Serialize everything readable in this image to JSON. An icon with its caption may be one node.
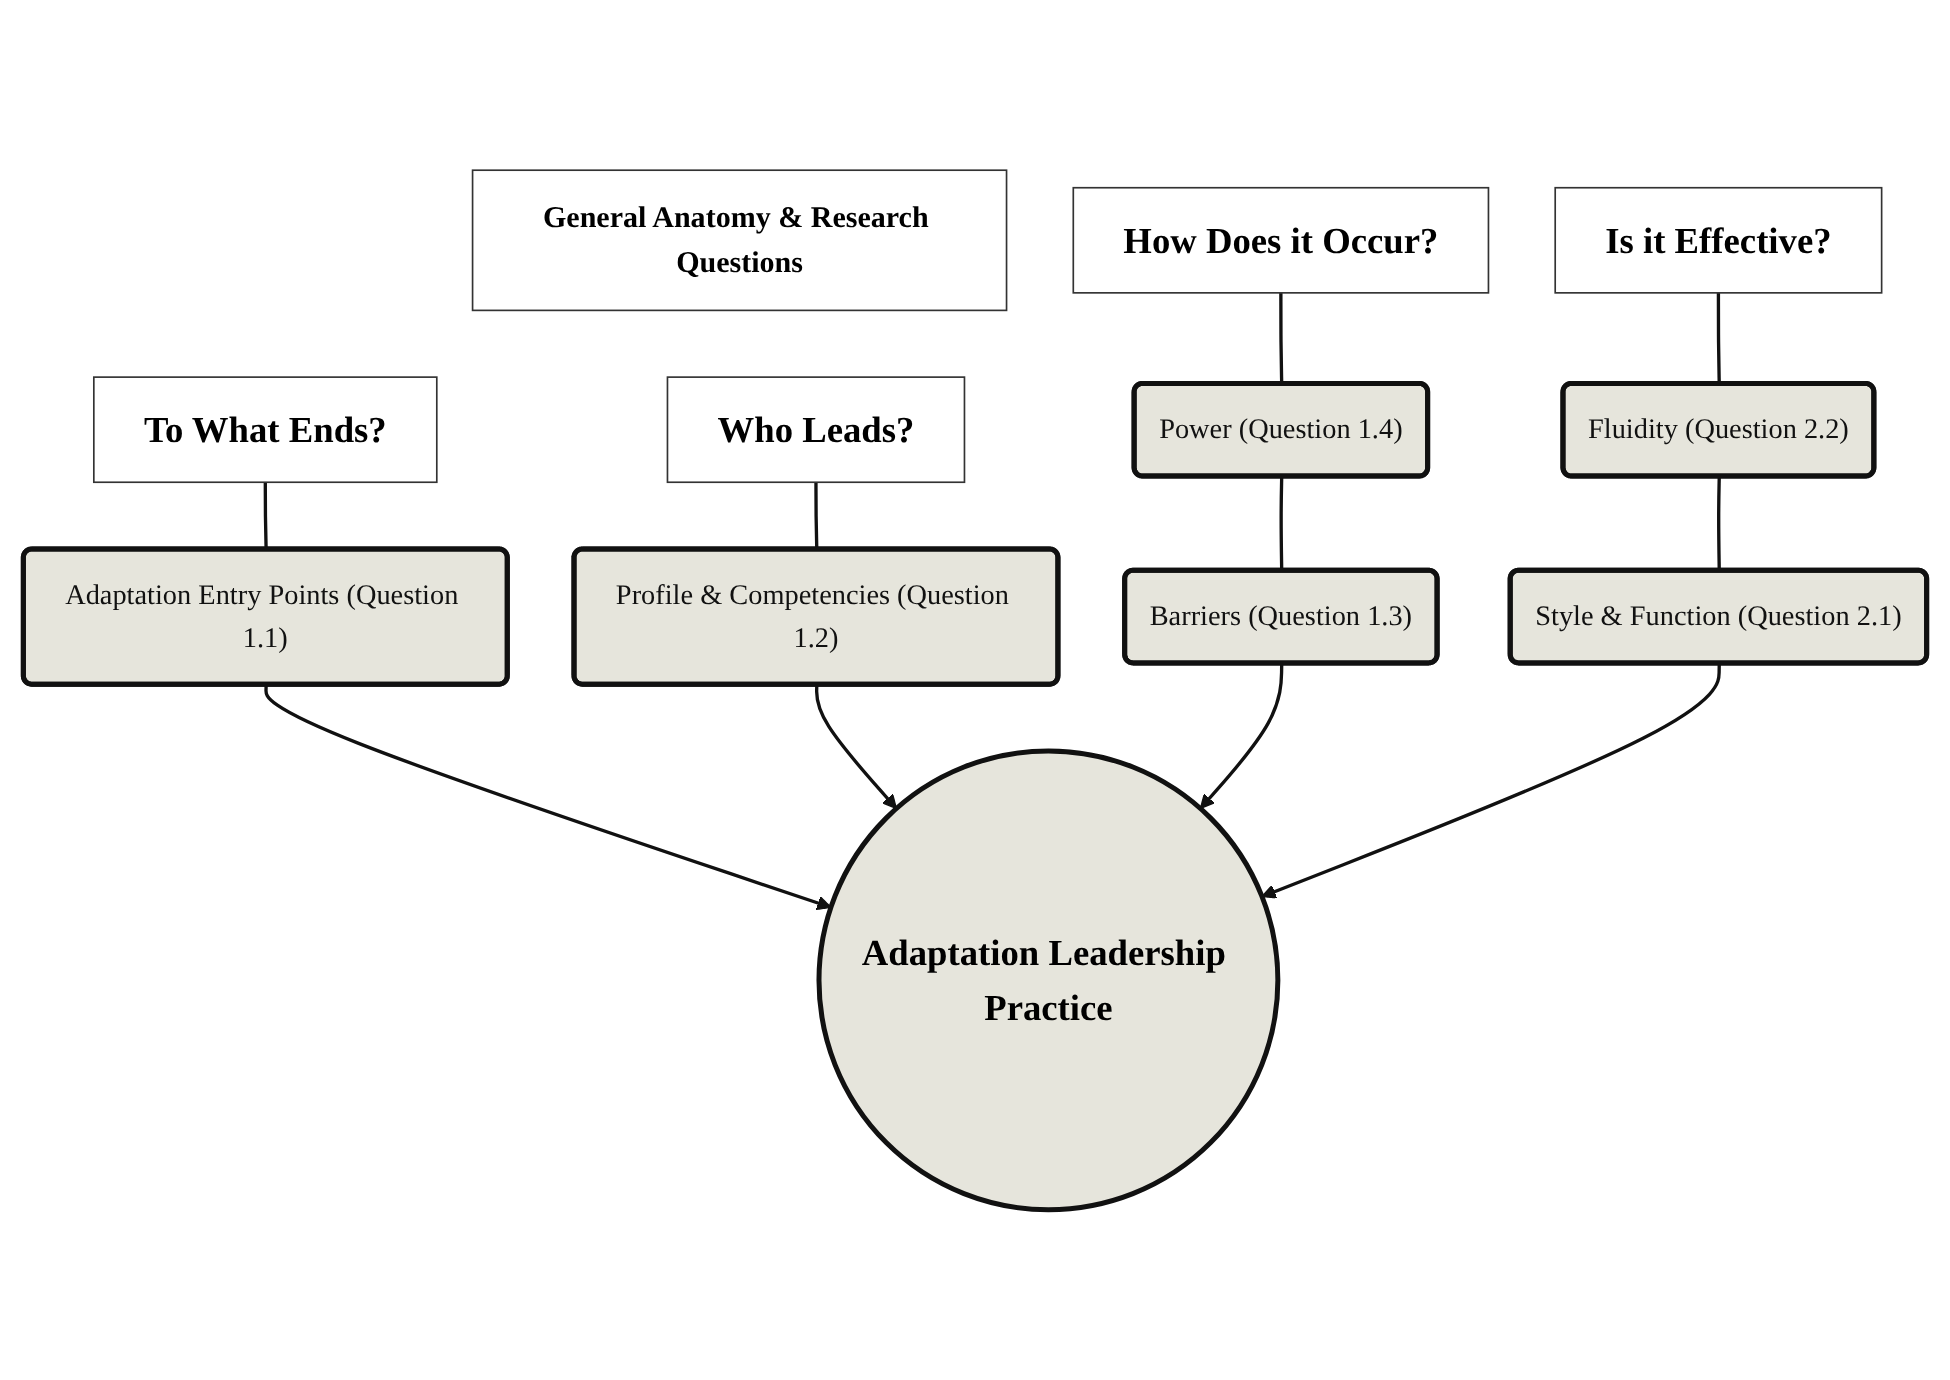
{
  "diagram": {
    "nodes": [
      {
        "text": [
          "General Anatomy & Research Questions"
        ]
      },
      {
        "text": [
          "To What Ends?"
        ]
      },
      {
        "text": [
          "Adaptation Entry Points (Question 1.1)"
        ]
      },
      {
        "text": [
          "Who Leads?"
        ]
      },
      {
        "text": [
          "Profile & Competencies (Question 1.2)"
        ]
      },
      {
        "text": [
          "Adaptation Leadership Practice"
        ]
      },
      {
        "text": [
          "Barriers (Question 1.3)"
        ]
      },
      {
        "text": [
          "Power (Question 1.4)"
        ]
      },
      {
        "text": [
          "How Does it Occur?"
        ]
      },
      {
        "text": [
          "Style & Function (Question 2.1)"
        ]
      },
      {
        "text": [
          "Fluidity (Question 2.2)"
        ]
      },
      {
        "text": [
          "Is it Effective?"
        ]
      }
    ],
    "edges": [
      {
        "from": 1,
        "to": 2,
        "arrow": "none"
      },
      {
        "from": 2,
        "to": 5,
        "arrow": "to"
      },
      {
        "from": 3,
        "to": 4,
        "arrow": "none"
      },
      {
        "from": 4,
        "to": 5,
        "arrow": "to"
      },
      {
        "from": 6,
        "to": 5,
        "arrow": "to"
      },
      {
        "from": 7,
        "to": 6,
        "arrow": "none"
      },
      {
        "from": 8,
        "to": 7,
        "arrow": "none"
      },
      {
        "from": 9,
        "to": 5,
        "arrow": "to"
      },
      {
        "from": 10,
        "to": 9,
        "arrow": "none"
      },
      {
        "from": 11,
        "to": 10,
        "arrow": "none"
      }
    ]
  }
}
